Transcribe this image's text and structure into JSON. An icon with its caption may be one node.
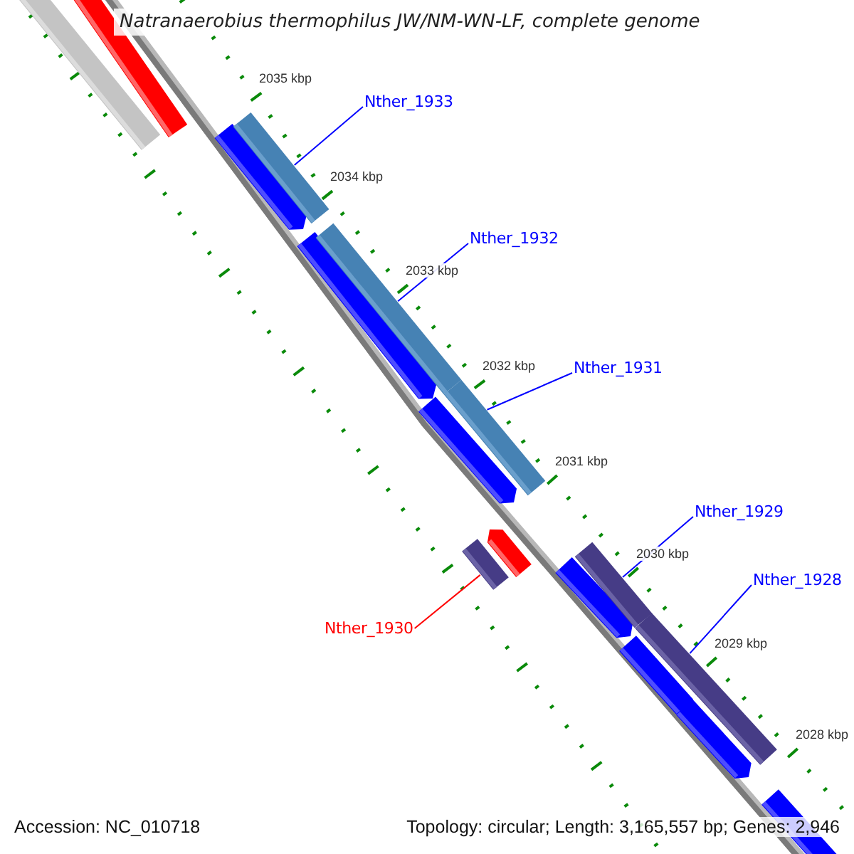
{
  "diagram": {
    "title": "Natranaerobius thermophilus JW/NM-WN-LF, complete genome",
    "nodes": [
      {
        "text": [
          "Nther_1933"
        ]
      },
      {
        "text": [],
        "shape": "bar"
      },
      {
        "text": [
          "Nther_1932"
        ]
      },
      {
        "text": [],
        "shape": "bar"
      },
      {
        "text": [
          "Nther_1931"
        ]
      },
      {
        "text": [],
        "shape": "bar"
      },
      {
        "text": [
          "Nther_1929"
        ]
      },
      {
        "text": [],
        "shape": "bar"
      },
      {
        "text": [
          "Nther_1928"
        ]
      },
      {
        "text": [],
        "shape": "bar"
      },
      {
        "text": [
          "Nther_1930"
        ]
      },
      {
        "text": [],
        "shape": "bar"
      }
    ],
    "edges": [
      {
        "from": 0,
        "to": 1,
        "arrow": "none"
      },
      {
        "from": 2,
        "to": 3,
        "arrow": "none"
      },
      {
        "from": 4,
        "to": 5,
        "arrow": "none"
      },
      {
        "from": 6,
        "to": 7,
        "arrow": "none"
      },
      {
        "from": 8,
        "to": 9,
        "arrow": "none"
      },
      {
        "from": 10,
        "to": 11,
        "arrow": "none",
        "color": "#ff0000"
      }
    ],
    "labels": [
      "2035 kbp",
      "2034 kbp",
      "2033 kbp",
      "2032 kbp",
      "2031 kbp",
      "2030 kbp",
      "2029 kbp",
      "2028 kbp",
      "Accession: NC_010718",
      "Topology: circular; Length: 3,165,557 bp; Genes: 2,946"
    ]
  }
}
